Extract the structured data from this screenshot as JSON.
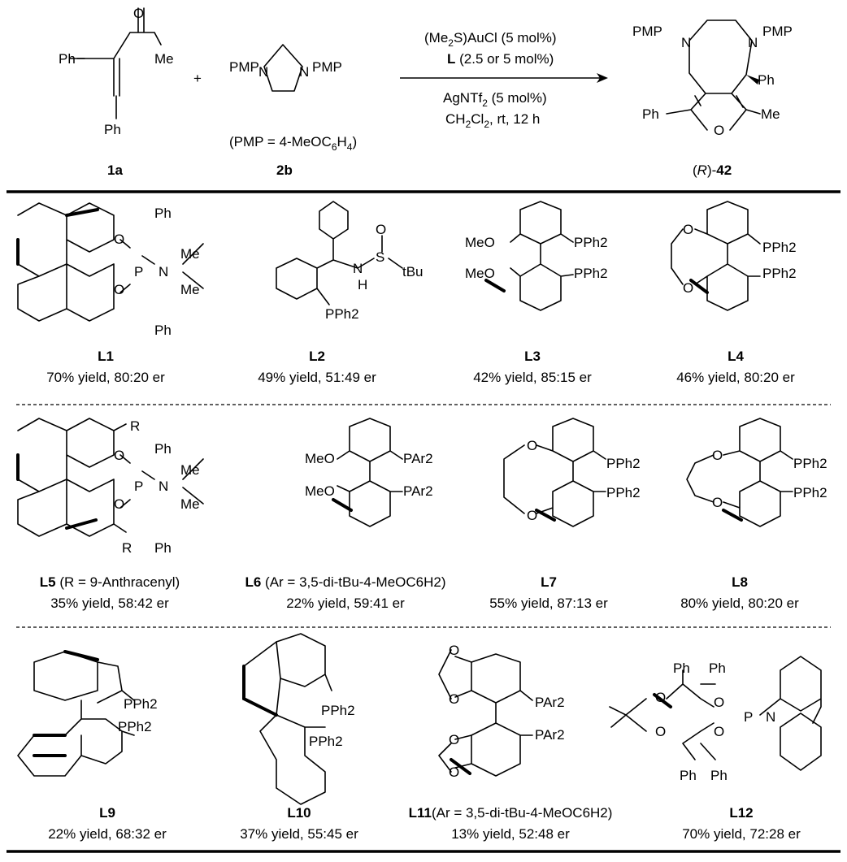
{
  "reaction": {
    "reactant_1": {
      "label": "1a",
      "atoms": [
        "Ph",
        "O",
        "Me",
        "Ph"
      ]
    },
    "plus": "+",
    "reactant_2": {
      "label": "2b",
      "atoms": [
        "PMP",
        "N",
        "N",
        "PMP"
      ],
      "note": "(PMP = 4-MeOC",
      "note_sub": "6",
      "note_tail": "H",
      "note_sub2": "4",
      "note_close": ")"
    },
    "conditions": {
      "line1_a": "(Me",
      "line1_sub": "2",
      "line1_b": "S)AuCl (5 mol%)",
      "line2_bold": "L",
      "line2_rest": " (2.5 or 5 mol%)",
      "line3_a": "AgNTf",
      "line3_sub": "2",
      "line3_b": " (5 mol%)",
      "line4_a": "CH",
      "line4_sub1": "2",
      "line4_b": "Cl",
      "line4_sub2": "2",
      "line4_c": ", rt, 12 h"
    },
    "product": {
      "label_pre": "(",
      "label_R": "R",
      "label_post": ")-",
      "label_num": "42",
      "atoms": [
        "PMP",
        "N",
        "N",
        "PMP",
        "Ph",
        "Ph",
        "O",
        "Me"
      ]
    }
  },
  "ligands": [
    {
      "id": "L1",
      "note": "",
      "result": "70% yield, 80:20 er"
    },
    {
      "id": "L2",
      "note": "",
      "result": "49% yield, 51:49 er"
    },
    {
      "id": "L3",
      "note": "",
      "result": "42% yield, 85:15 er"
    },
    {
      "id": "L4",
      "note": "",
      "result": "46% yield, 80:20 er"
    },
    {
      "id": "L5",
      "note": " (R = 9-Anthracenyl)",
      "result": "35% yield, 58:42 er"
    },
    {
      "id": "L6",
      "note": " (Ar = 3,5-di-tBu-4-MeOC6H2)",
      "result": "22% yield, 59:41 er"
    },
    {
      "id": "L7",
      "note": "",
      "result": "55% yield, 87:13 er"
    },
    {
      "id": "L8",
      "note": "",
      "result": "80% yield, 80:20 er"
    },
    {
      "id": "L9",
      "note": "",
      "result": "22% yield, 68:32 er"
    },
    {
      "id": "L10",
      "note": "",
      "result": "37% yield, 55:45 er"
    },
    {
      "id": "L11",
      "note": "(Ar = 3,5-di-tBu-4-MeOC6H2)",
      "result": "13% yield, 52:48 er"
    },
    {
      "id": "L12",
      "note": "",
      "result": "70% yield, 72:28 er"
    }
  ],
  "structure_text": {
    "L1": [
      "Ph",
      "Me",
      "O",
      "P",
      "N",
      "O",
      "Me",
      "Ph"
    ],
    "L2": [
      "O",
      "S",
      "tBu",
      "N",
      "H",
      "PPh2"
    ],
    "L3": [
      "MeO",
      "MeO",
      "PPh2",
      "PPh2"
    ],
    "L4": [
      "O",
      "O",
      "PPh2",
      "PPh2"
    ],
    "L5": [
      "R",
      "R",
      "Ph",
      "Me",
      "O",
      "P",
      "N",
      "O",
      "Me",
      "Ph"
    ],
    "L6": [
      "MeO",
      "MeO",
      "PAr2",
      "PAr2"
    ],
    "L7": [
      "O",
      "O",
      "PPh2",
      "PPh2"
    ],
    "L8": [
      "O",
      "O",
      "PPh2",
      "PPh2"
    ],
    "L9": [
      "PPh2",
      "PPh2"
    ],
    "L10": [
      "PPh2",
      "PPh2"
    ],
    "L11": [
      "PAr2",
      "PAr2",
      "O",
      "O",
      "O",
      "O"
    ],
    "L12": [
      "Ph",
      "Ph",
      "O",
      "O",
      "O",
      "O",
      "P",
      "N",
      "Ph",
      "Ph"
    ]
  }
}
